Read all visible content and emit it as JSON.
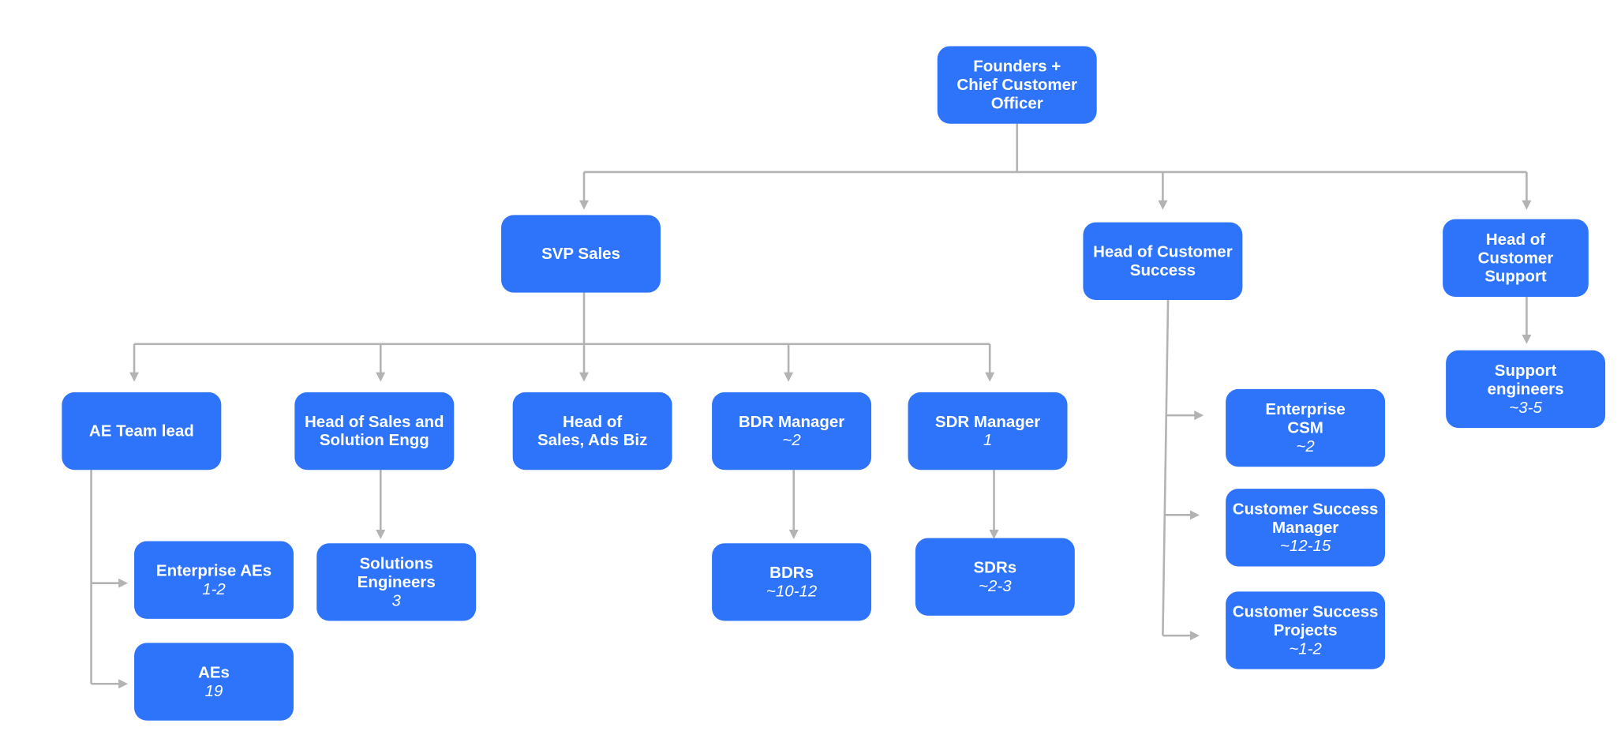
{
  "nodes": [
    {
      "id": "founders",
      "title": [
        "Founders +",
        "Chief Customer",
        "Officer"
      ]
    },
    {
      "id": "svp-sales",
      "title": [
        "SVP Sales"
      ]
    },
    {
      "id": "head-cs",
      "title": [
        "Head of Customer",
        "Success"
      ]
    },
    {
      "id": "head-support",
      "title": [
        "Head of",
        "Customer",
        "Support"
      ]
    },
    {
      "id": "ae-lead",
      "title": [
        "AE Team lead"
      ]
    },
    {
      "id": "head-sales-sol",
      "title": [
        "Head of Sales and",
        "Solution Engg"
      ]
    },
    {
      "id": "head-ads",
      "title": [
        "Head of",
        "Sales, Ads Biz"
      ]
    },
    {
      "id": "bdr-manager",
      "title": [
        "BDR Manager"
      ],
      "count": "~2"
    },
    {
      "id": "sdr-manager",
      "title": [
        "SDR Manager"
      ],
      "count": "1"
    },
    {
      "id": "enterprise-aes",
      "title": [
        "Enterprise AEs"
      ],
      "count": "1-2"
    },
    {
      "id": "aes",
      "title": [
        "AEs"
      ],
      "count": "19"
    },
    {
      "id": "solutions-eng",
      "title": [
        "Solutions",
        "Engineers"
      ],
      "count": "3"
    },
    {
      "id": "bdrs",
      "title": [
        "BDRs"
      ],
      "count": "~10-12"
    },
    {
      "id": "sdrs",
      "title": [
        "SDRs"
      ],
      "count": "~2-3"
    },
    {
      "id": "enterprise-csm",
      "title": [
        "Enterprise",
        "CSM"
      ],
      "count": "~2"
    },
    {
      "id": "cs-manager",
      "title": [
        "Customer Success",
        "Manager"
      ],
      "count": "~12-15"
    },
    {
      "id": "cs-projects",
      "title": [
        "Customer Success",
        "Projects"
      ],
      "count": "~1-2"
    },
    {
      "id": "support-eng",
      "title": [
        "Support",
        "engineers"
      ],
      "count": "~3-5"
    }
  ],
  "colors": {
    "box": "#2d74fb",
    "text": "#ffffff",
    "connector": "#b3b3b3"
  }
}
